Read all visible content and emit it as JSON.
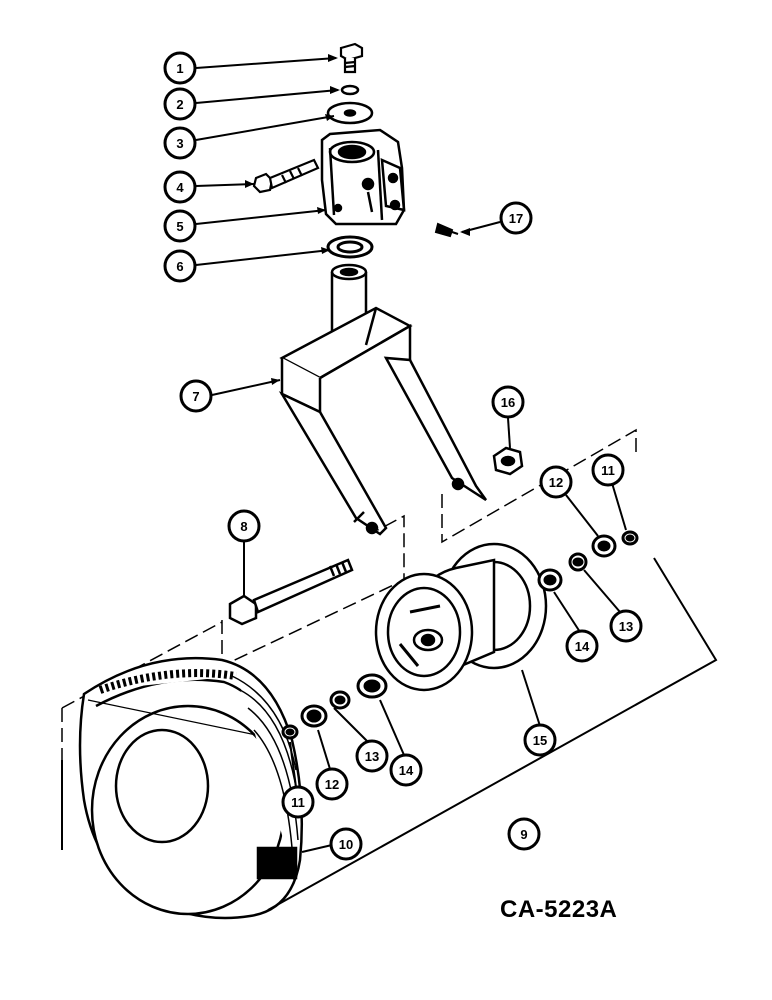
{
  "figure": {
    "drawing_id": "CA-5223A"
  },
  "callouts": [
    {
      "id": "c1",
      "label": "1"
    },
    {
      "id": "c2",
      "label": "2"
    },
    {
      "id": "c3",
      "label": "3"
    },
    {
      "id": "c4",
      "label": "4"
    },
    {
      "id": "c5",
      "label": "5"
    },
    {
      "id": "c6",
      "label": "6"
    },
    {
      "id": "c7",
      "label": "7"
    },
    {
      "id": "c8",
      "label": "8"
    },
    {
      "id": "c9",
      "label": "9"
    },
    {
      "id": "c10",
      "label": "10"
    },
    {
      "id": "c11a",
      "label": "11"
    },
    {
      "id": "c11b",
      "label": "11"
    },
    {
      "id": "c12a",
      "label": "12"
    },
    {
      "id": "c12b",
      "label": "12"
    },
    {
      "id": "c13a",
      "label": "13"
    },
    {
      "id": "c13b",
      "label": "13"
    },
    {
      "id": "c14a",
      "label": "14"
    },
    {
      "id": "c14b",
      "label": "14"
    },
    {
      "id": "c15",
      "label": "15"
    },
    {
      "id": "c16",
      "label": "16"
    },
    {
      "id": "c17",
      "label": "17"
    }
  ],
  "colors": {
    "ink": "#000000",
    "paper": "#ffffff"
  }
}
